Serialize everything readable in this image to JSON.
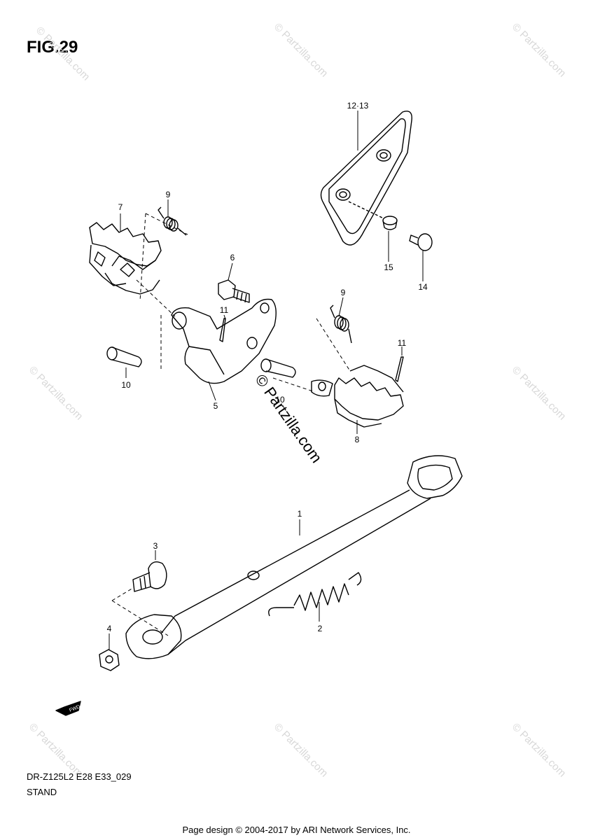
{
  "figure": {
    "title": "FIG.29"
  },
  "footer": {
    "model_code": "DR-Z125L2 E28 E33_029",
    "section_name": "STAND"
  },
  "credit": "Page design © 2004-2017 by ARI Network Services, Inc.",
  "watermark": {
    "text": "© Partzilla.com"
  },
  "callouts": [
    "1",
    "2",
    "3",
    "4",
    "5",
    "6",
    "7",
    "8",
    "9",
    "9",
    "10",
    "10",
    "11",
    "11",
    "12·13",
    "14",
    "15"
  ],
  "fwd_label": "FWD"
}
